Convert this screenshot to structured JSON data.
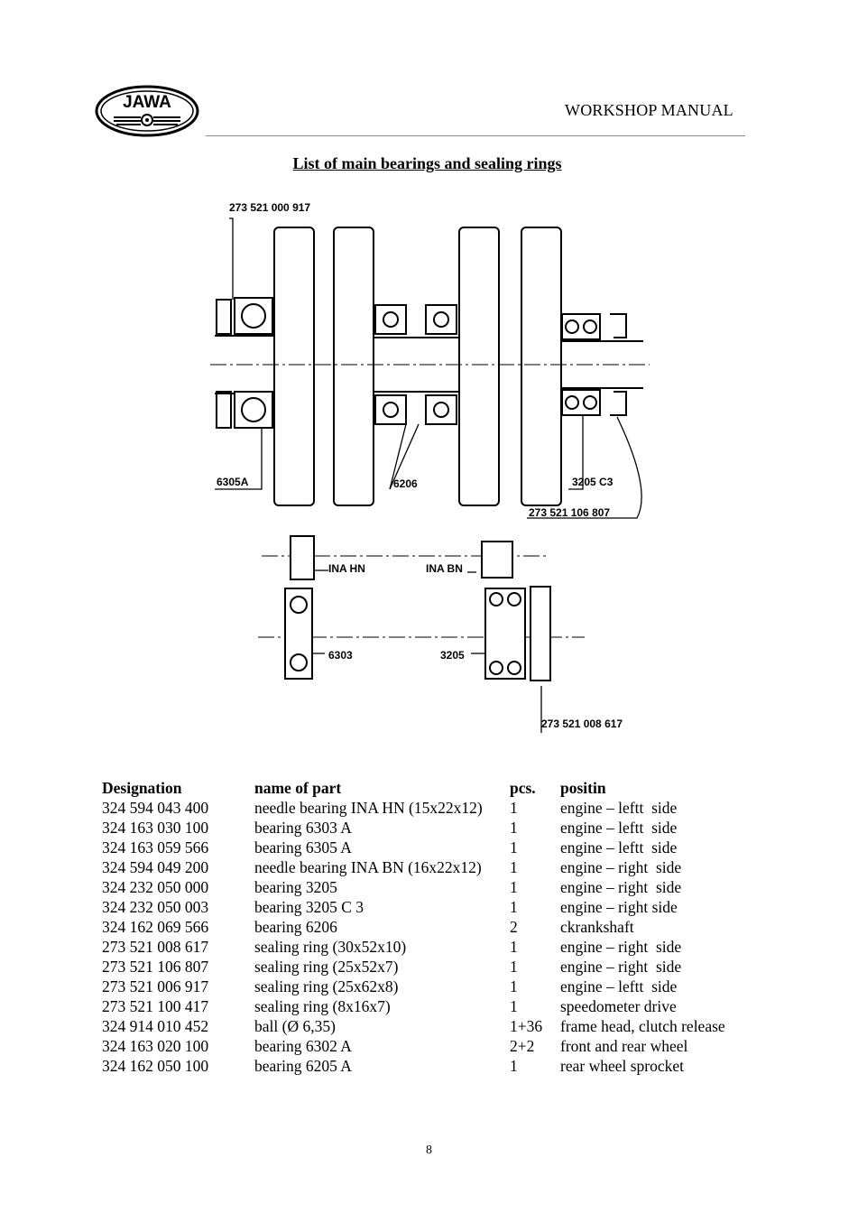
{
  "header": {
    "logo_text": "JAWA",
    "title": "WORKSHOP MANUAL"
  },
  "heading": "List of main bearings and sealing rings",
  "diagram_labels": {
    "top_seal": "273 521 000 917",
    "bearing_left": "6305A",
    "bearing_center": "6206",
    "bearing_right": "3205 C3",
    "seal_right": "273 521 106 807",
    "needle_hn": "INA HN",
    "needle_bn": "INA BN",
    "bearing_6303": "6303",
    "bearing_3205": "3205",
    "seal_bottom": "273 521 008 617"
  },
  "table": {
    "headers": [
      "Designation",
      "name of part",
      "pcs.",
      "positin"
    ],
    "rows": [
      [
        "324 594 043 400",
        "needle bearing INA HN (15x22x12)",
        "1",
        "engine – leftt  side"
      ],
      [
        "324 163 030 100",
        "bearing 6303 A",
        "1",
        "engine – leftt  side"
      ],
      [
        "324 163 059 566",
        "bearing 6305 A",
        "1",
        "engine – leftt  side"
      ],
      [
        "324 594 049 200",
        "needle bearing INA BN (16x22x12)",
        "1",
        "engine – right  side"
      ],
      [
        "324 232 050 000",
        "bearing 3205",
        "1",
        "engine – right  side"
      ],
      [
        "324 232 050 003",
        "bearing 3205 C 3",
        "1",
        "engine – right side"
      ],
      [
        "324 162 069 566",
        "bearing 6206",
        "2",
        "ckrankshaft"
      ],
      [
        "273 521 008 617",
        "sealing ring (30x52x10)",
        "1",
        "engine – right  side"
      ],
      [
        "273 521 106 807",
        "sealing ring (25x52x7)",
        "1",
        "engine – right  side"
      ],
      [
        "273 521 006 917",
        "sealing ring (25x62x8)",
        "1",
        "engine – leftt  side"
      ],
      [
        "273 521 100 417",
        "sealing ring (8x16x7)",
        "1",
        "speedometer drive"
      ],
      [
        "324 914 010 452",
        "ball (Ø 6,35)",
        "1+36",
        "frame head, clutch release"
      ],
      [
        "324 163 020 100",
        "bearing 6302 A",
        "2+2",
        "front and rear wheel"
      ],
      [
        "324 162 050 100",
        "bearing 6205 A",
        "1",
        "rear wheel sprocket"
      ]
    ]
  },
  "page_number": "8"
}
